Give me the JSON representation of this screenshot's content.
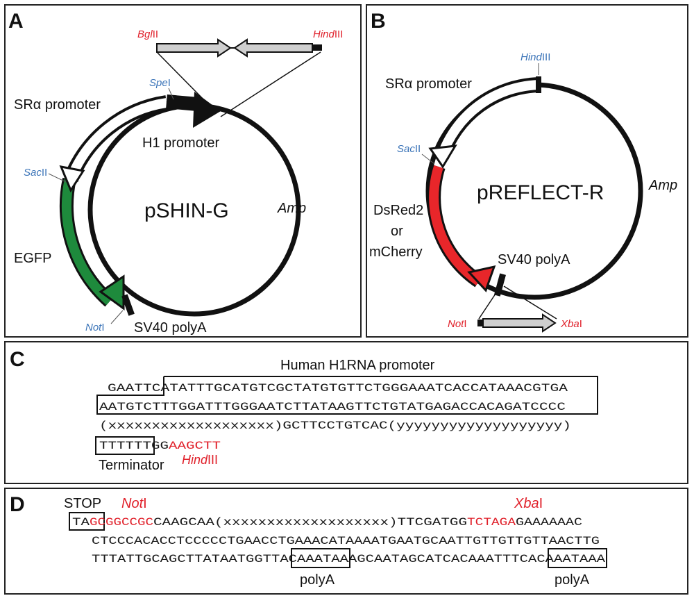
{
  "panels": {
    "a": {
      "letter": "A",
      "plasmid": "pSHIN-G",
      "amp": "Amp",
      "sr_promoter": "SRα promoter",
      "h1_promoter": "H1 promoter",
      "egfp": "EGFP",
      "sv40": "SV40 polyA",
      "sites": {
        "bglii_italic": "Bgl",
        "bglii_rest": "II",
        "hindiii_italic": "Hind",
        "hindiii_rest": "III",
        "spei_italic": "Spe",
        "spei_rest": "I",
        "sacii_italic": "Sac",
        "sacii_rest": "II",
        "noti_italic": "Not",
        "noti_rest": "I"
      }
    },
    "b": {
      "letter": "B",
      "plasmid": "pREFLECT-R",
      "amp": "Amp",
      "sr_promoter": "SRα promoter",
      "dsred_line1": "DsRed2",
      "dsred_line2": "or",
      "dsred_line3": "mCherry",
      "sv40": "SV40 polyA",
      "sites": {
        "hindiii_italic": "Hind",
        "hindiii_rest": "III",
        "sacii_italic": "Sac",
        "sacii_rest": "II",
        "noti_italic": "Not",
        "noti_rest": "I",
        "xbai_italic": "Xba",
        "xbai_rest": "I"
      }
    },
    "c": {
      "letter": "C",
      "title": "Human H1RNA promoter",
      "line1": "GAATTCATATTTGCATGTCGCTATGTGTTCTGGGAAATCACCATAAACGTGA",
      "line2": "AATGTCTTTGGATTTGGGAATCTTATAAGTTCTGTATGAGACCACAGATCCCC",
      "line3": "(xxxxxxxxxxxxxxxxxxx)GCTTCCTGTCAC(yyyyyyyyyyyyyyyyyyy)",
      "line4_a": "TTTTTTGG",
      "line4_b": "AAGCTT",
      "terminator": "Terminator",
      "hind_italic": "Hind",
      "hind_rest": "III"
    },
    "d": {
      "letter": "D",
      "stop": "STOP",
      "not_italic": "Not",
      "not_rest": "I",
      "xba_italic": "Xba",
      "xba_rest": "I",
      "line1_a": "TA",
      "line1_b": "GCGGCCGC",
      "line1_c": "CAAGCAA(xxxxxxxxxxxxxxxxxxx)TTCGATGG",
      "line1_d": "TCTAGA",
      "line1_e": "GAAAAAAC",
      "line2": "CTCCCACACCTCCCCCTGAACCTGAAACATAAAATGAATGCAATTGTTGTTGTTAACTTG",
      "line3": "TTTATTGCAGCTTATAATGGTTACAAATAAAGCAATAGCATCACAAATTTCACAAATAAA",
      "polya": "polyA",
      "polya2": "polyA"
    }
  },
  "colors": {
    "site_blue": "#3b74b8",
    "site_red": "#e0202a",
    "egfp": "#1e8a3c",
    "dsred": "#e8262a",
    "cassette": "#cfcfcf"
  }
}
